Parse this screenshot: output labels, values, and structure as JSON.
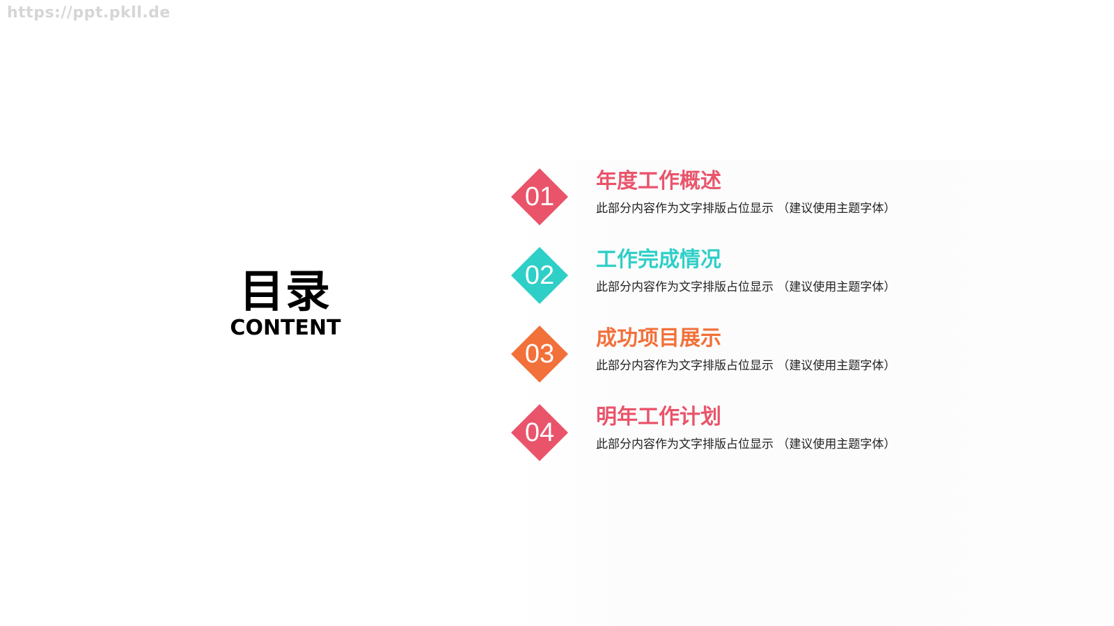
{
  "watermark": "https://ppt.pkll.de",
  "title": {
    "cn": "目录",
    "en": "CONTENT"
  },
  "items": [
    {
      "num": "01",
      "title": "年度工作概述",
      "desc": "此部分内容作为文字排版占位显示 （建议使用主题字体）",
      "color": "#e9546b"
    },
    {
      "num": "02",
      "title": "工作完成情况",
      "desc": "此部分内容作为文字排版占位显示 （建议使用主题字体）",
      "color": "#2ecfc7"
    },
    {
      "num": "03",
      "title": "成功项目展示",
      "desc": "此部分内容作为文字排版占位显示 （建议使用主题字体）",
      "color": "#f2703a"
    },
    {
      "num": "04",
      "title": "明年工作计划",
      "desc": "此部分内容作为文字排版占位显示 （建议使用主题字体）",
      "color": "#e9546b"
    }
  ]
}
